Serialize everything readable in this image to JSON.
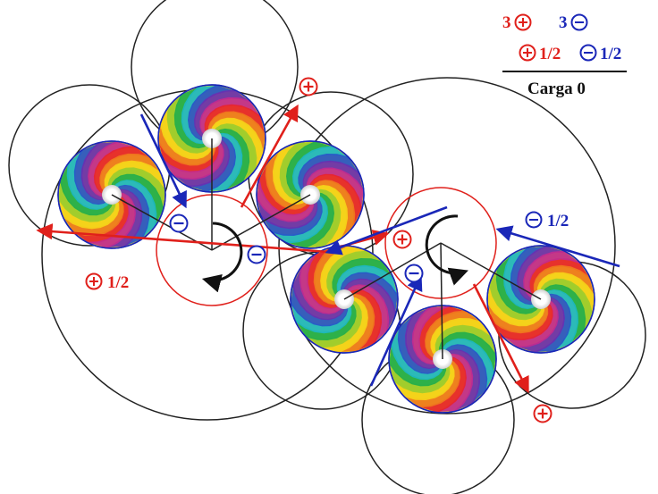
{
  "legend": {
    "row1_pos": "3",
    "row1_neg": "3",
    "row2_pos": "1/2",
    "row2_neg": "1/2",
    "total": "Carga 0"
  },
  "labels": {
    "pos_half": "1/2",
    "neg_half": "1/2"
  },
  "colors": {
    "positive": "#e0201b",
    "negative": "#1a27b8",
    "line": "#222222"
  }
}
